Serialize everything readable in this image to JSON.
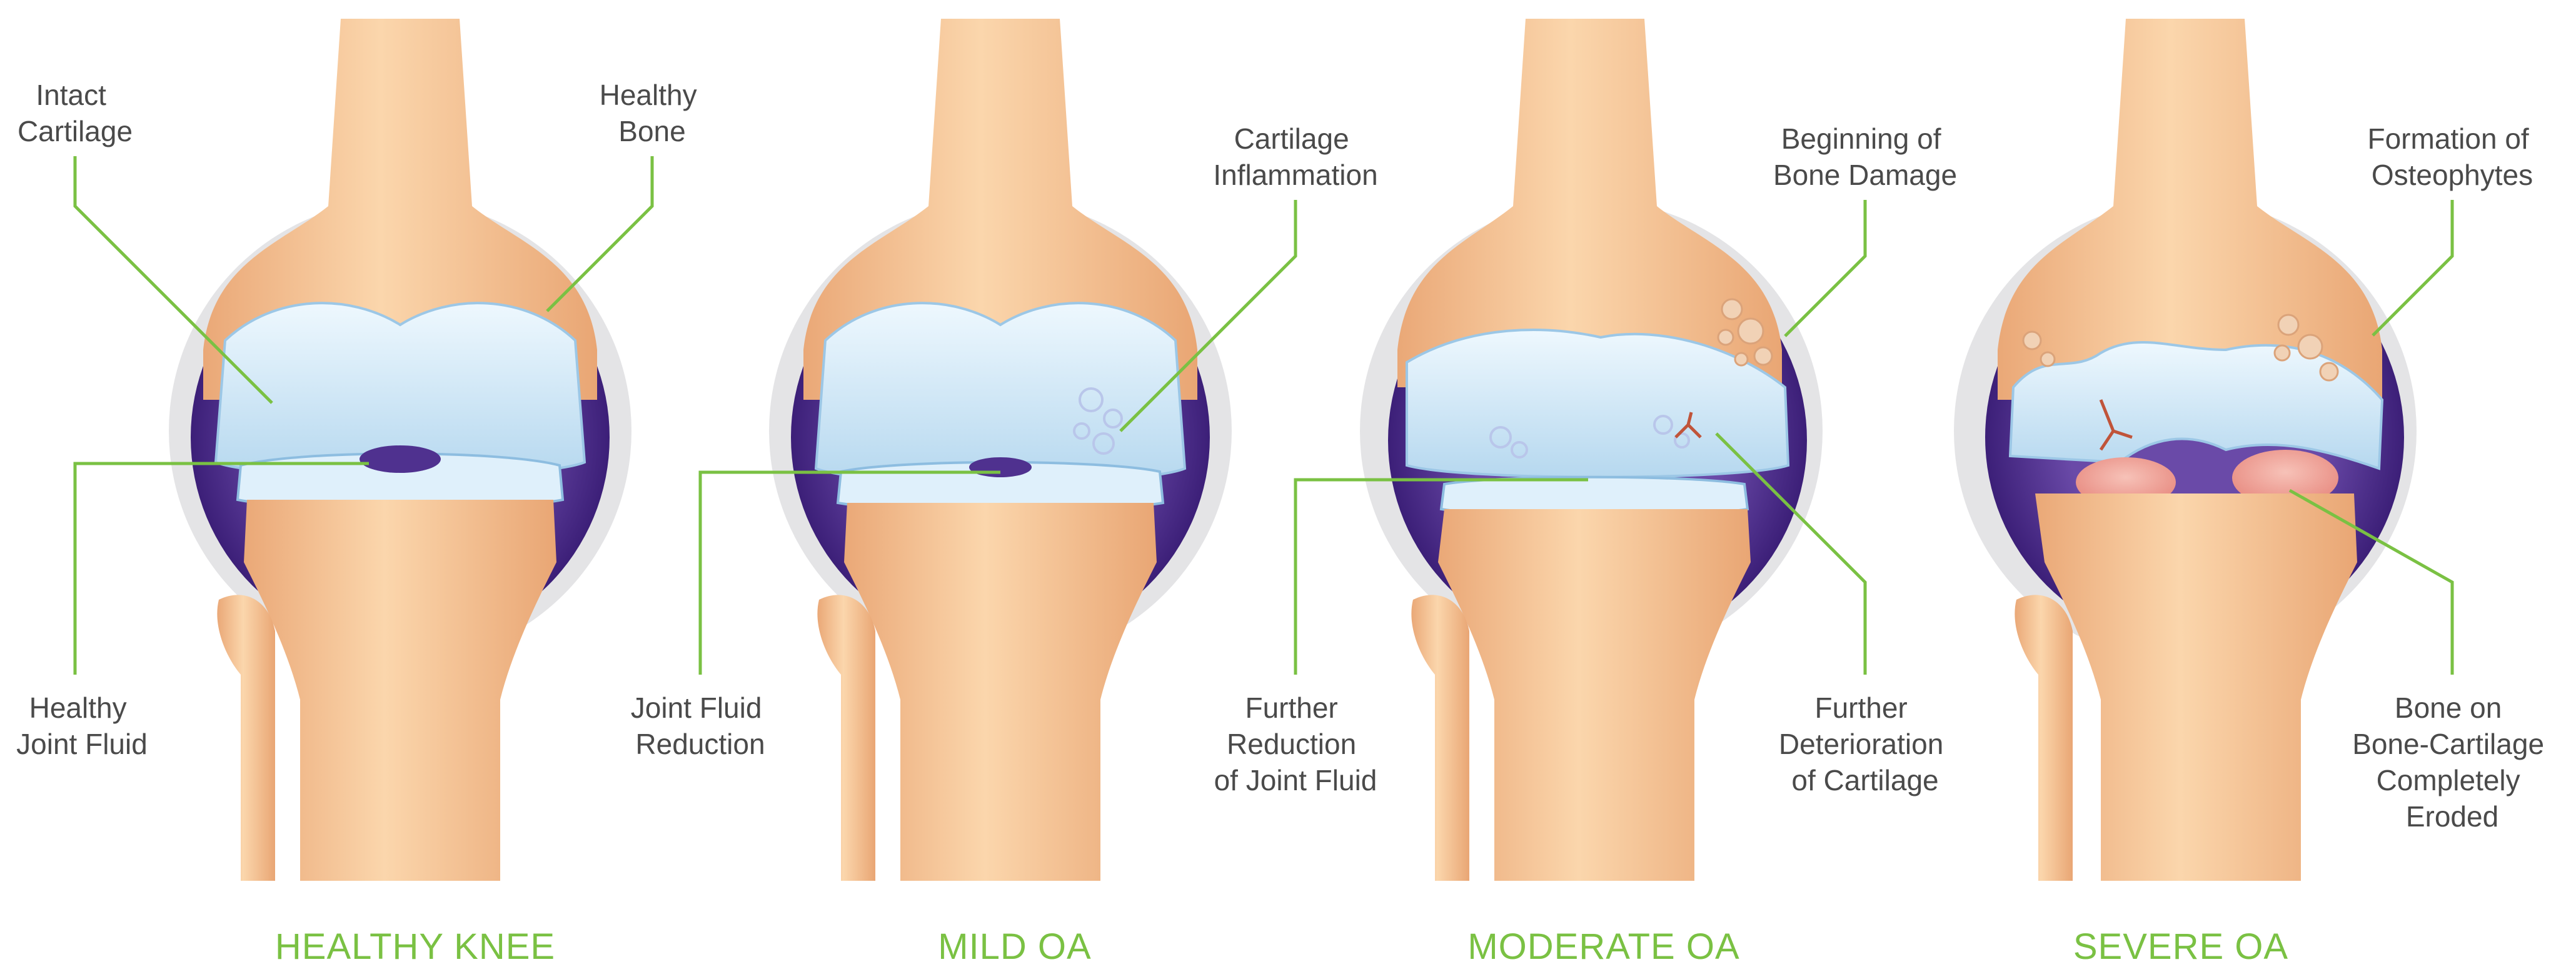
{
  "colors": {
    "accent_green": "#7ac143",
    "bone": "#f6c99a",
    "cartilage": "#cfe8f6",
    "capsule": "#4a2d86",
    "halo": "#e4e4e6",
    "text": "#4a4a4a"
  },
  "panels": [
    {
      "title": "HEALTHY KNEE",
      "labels": [
        [
          "Intact",
          "Cartilage"
        ],
        [
          "Healthy",
          "Bone"
        ],
        [
          "Healthy",
          "Joint Fluid"
        ]
      ]
    },
    {
      "title": "MILD OA",
      "labels": [
        [
          "Cartilage",
          "Inflammation"
        ],
        [
          "Joint Fluid",
          "Reduction"
        ]
      ]
    },
    {
      "title": "MODERATE OA",
      "labels": [
        [
          "Beginning of",
          "Bone Damage"
        ],
        [
          "Further",
          "Reduction",
          "of Joint Fluid"
        ],
        [
          "Further",
          "Deterioration",
          "of Cartilage"
        ]
      ]
    },
    {
      "title": "SEVERE OA",
      "labels": [
        [
          "Formation of",
          "Osteophytes"
        ],
        [
          "Bone on",
          "Bone-Cartilage",
          "Completely",
          "Eroded"
        ]
      ]
    }
  ]
}
